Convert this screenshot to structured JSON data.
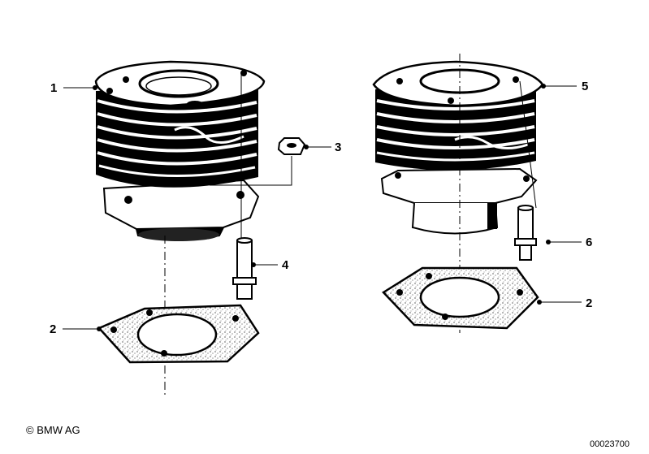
{
  "callouts": {
    "c1": "1",
    "c2_left": "2",
    "c3": "3",
    "c4": "4",
    "c5": "5",
    "c6": "6",
    "c2_right": "2"
  },
  "footer": {
    "copyright": "© BMW AG",
    "document_id": "00023700"
  }
}
